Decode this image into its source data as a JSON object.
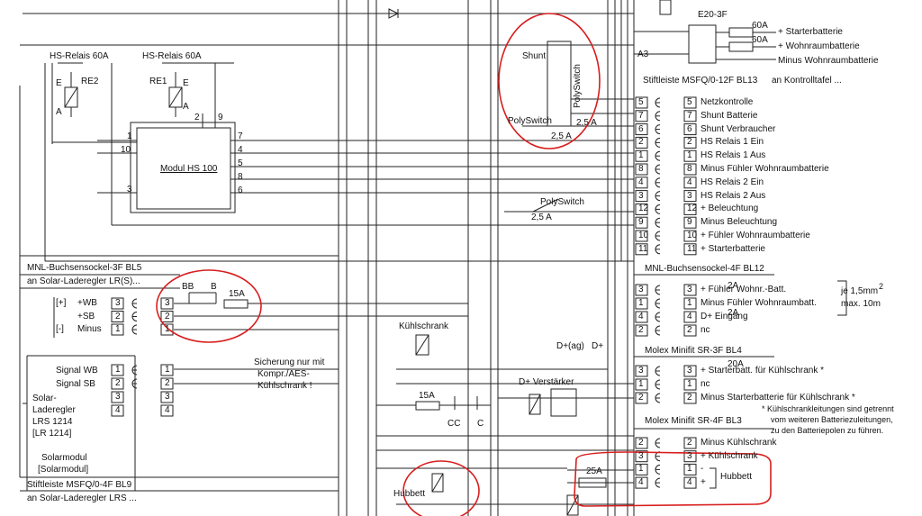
{
  "top_right": {
    "relay_label": "E20-3F",
    "fuse_60a_1": "60A",
    "fuse_60a_2": "60A",
    "a3": "A3",
    "starter_battery": "+ Starterbatterie",
    "living_battery": "+ Wohnraumbatterie",
    "minus_living": "Minus Wohnraumbatterie"
  },
  "relays": {
    "re2_title": "HS-Relais 60A",
    "re1_title": "HS-Relais 60A",
    "re2": "RE2",
    "re1": "RE1",
    "e_left": "E",
    "a_left": "A",
    "e_right": "E",
    "a_right": "A"
  },
  "module": {
    "label": "Modul HS 100",
    "pins": [
      "1",
      "10",
      "3",
      "2",
      "9",
      "7",
      "4",
      "5",
      "8",
      "6"
    ]
  },
  "shunt": {
    "label": "Shunt",
    "polyswitch_vert": "PolySwitch",
    "polyswitch_1": "PolySwitch",
    "rating_1": "2,5 A",
    "rating_2": "2,5 A",
    "polyswitch_2": "PolySwitch",
    "rating_3": "2,5 A"
  },
  "bl13": {
    "title": "Stiftleiste MSFQ/0-12F BL13",
    "subtitle": "an Kontrolltafel ...",
    "rows": [
      {
        "pin": "5",
        "label": "Netzkontrolle"
      },
      {
        "pin": "7",
        "label": "Shunt Batterie"
      },
      {
        "pin": "6",
        "label": "Shunt Verbraucher"
      },
      {
        "pin": "2",
        "label": "HS Relais 1 Ein"
      },
      {
        "pin": "1",
        "label": "HS Relais 1 Aus"
      },
      {
        "pin": "8",
        "label": "Minus Fühler Wohnraumbatterie"
      },
      {
        "pin": "4",
        "label": "HS Relais 2 Ein"
      },
      {
        "pin": "3",
        "label": "HS Relais 2 Aus"
      },
      {
        "pin": "12",
        "label": "+ Beleuchtung"
      },
      {
        "pin": "9",
        "label": "Minus Beleuchtung"
      },
      {
        "pin": "10",
        "label": "+ Fühler Wohnraumbatterie"
      },
      {
        "pin": "11",
        "label": "+ Starterbatterie"
      }
    ]
  },
  "bl12": {
    "title": "MNL-Buchsensockel-4F BL12",
    "rows": [
      {
        "pin": "3",
        "label": "+ Fühler Wohnr.-Batt."
      },
      {
        "pin": "1",
        "label": "Minus Fühler Wohnraumbatt."
      },
      {
        "pin": "4",
        "label": "D+ Eingang"
      },
      {
        "pin": "2",
        "label": "nc"
      }
    ],
    "fuse1": "2A",
    "fuse2": "2A",
    "note1": "je 1,5mm",
    "note_sup": "2",
    "note2": "max. 10m"
  },
  "bl4": {
    "title": "Molex Minifit SR-3F BL4",
    "rows": [
      {
        "pin": "3",
        "label": "+ Starterbatt. für Kühlschrank *"
      },
      {
        "pin": "1",
        "label": "nc"
      },
      {
        "pin": "2",
        "label": "Minus Starterbatterie für Kühlschrank *"
      }
    ],
    "fuse": "20A"
  },
  "note_star": [
    "*  Kühlschrankleitungen sind getrennt",
    "vom weiteren Batteriezuleitungen,",
    "zu den Batteriepolen zu führen."
  ],
  "bl3": {
    "title": "Molex Minifit SR-4F BL3",
    "rows": [
      {
        "pin": "2",
        "label": "Minus Kühlschrank"
      },
      {
        "pin": "3",
        "label": "+ Kühlschrank"
      },
      {
        "pin": "1",
        "label": "-"
      },
      {
        "pin": "4",
        "label": "+"
      }
    ],
    "fuse": "25A",
    "hubbett": "Hubbett"
  },
  "bl5": {
    "title": "MNL-Buchsensockel-3F BL5",
    "subtitle": "an Solar-Laderegler LR(S)...",
    "rows": [
      {
        "sign": "[+]",
        "label": "+WB",
        "pin": "3",
        "pin2": "3"
      },
      {
        "sign": "",
        "label": "+SB",
        "pin": "2",
        "pin2": "2"
      },
      {
        "sign": "[-]",
        "label": "Minus",
        "pin": "1",
        "pin2": "1"
      }
    ],
    "bb": "BB",
    "b": "B",
    "fuse": "15A"
  },
  "lrs": {
    "signal_wb": "Signal WB",
    "signal_sb": "Signal SB",
    "pins_left": [
      "1",
      "2",
      "3",
      "4"
    ],
    "pins_right": [
      "1",
      "2",
      "3",
      "4"
    ],
    "name": [
      "Solar-",
      "Laderegler",
      "LRS 1214",
      "[LR 1214]"
    ],
    "module": [
      "Solarmodul",
      "[Solarmodul]"
    ]
  },
  "bl9": {
    "title": "Stiftleiste MSFQ/0-4F BL9",
    "subtitle": "an Solar-Laderegler LRS ..."
  },
  "fridge": {
    "label": "Kühlschrank",
    "note": [
      "Sicherung nur mit",
      "Kompr./AES-",
      "Kühlschrank !"
    ],
    "fuse": "15A",
    "cc": "CC",
    "c": "C"
  },
  "dplus": {
    "amp": "D+ Verstärker",
    "dag": "D+(ag)",
    "dp": "D+"
  },
  "hubbett": {
    "label": "Hubbett"
  },
  "highlight_color": "#d81e1e"
}
